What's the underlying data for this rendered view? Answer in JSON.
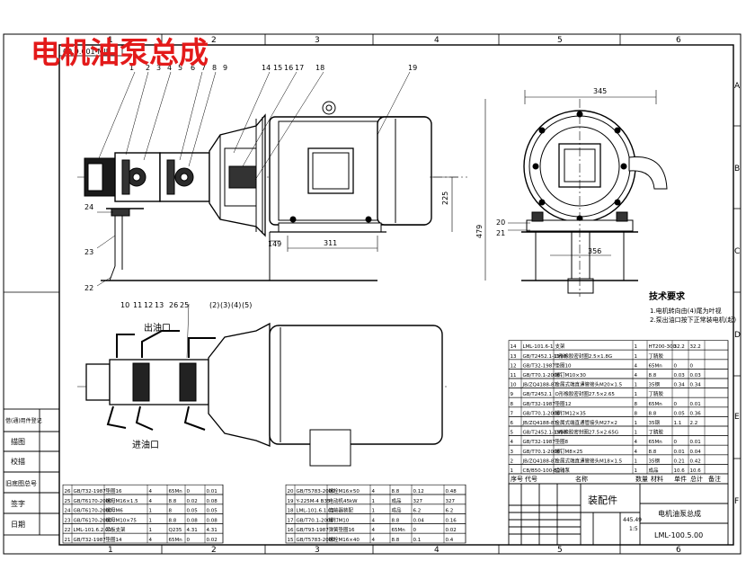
{
  "overlay_title": "电机油泵总成",
  "drawing_no_top": "00.9.001-MIJ",
  "zone_numbers_top": [
    "1",
    "2",
    "3",
    "4",
    "5",
    "6"
  ],
  "zone_numbers_bottom": [
    "1",
    "2",
    "3",
    "4",
    "5",
    "6"
  ],
  "zone_letters_right": [
    "A",
    "B",
    "C",
    "D",
    "E",
    "F"
  ],
  "balloons_top": [
    "1",
    "2",
    "3",
    "4",
    "5",
    "6",
    "7",
    "8",
    "9",
    "14",
    "15",
    "16",
    "17",
    "18",
    "19"
  ],
  "balloons_left": [
    "24",
    "23",
    "22"
  ],
  "balloons_front": [
    "20",
    "21"
  ],
  "balloons_plan_left": [
    "10",
    "11",
    "12",
    "13",
    "26",
    "25"
  ],
  "balloons_plan_circled": [
    "(2)",
    "(3)",
    "(4)",
    "(5)"
  ],
  "dimensions": {
    "d225": "225",
    "d479": "479",
    "d149": "149",
    "d311": "311",
    "d345": "345",
    "d356": "356"
  },
  "labels": {
    "outlet": "出油口",
    "inlet": "进油口"
  },
  "tech_requirements": {
    "title": "技术要求",
    "items": [
      "1.电机转向由(4)尾为叶视",
      "2.泵出油口按下正常装电机(起)"
    ]
  },
  "bom_header": [
    "序号",
    "代号",
    "名称",
    "数量",
    "材料",
    "单件",
    "总计",
    "备注"
  ],
  "bom_right": [
    [
      "14",
      "LML-101.6-1",
      "支架",
      "1",
      "HT200-300",
      "32.2",
      "32.2",
      ""
    ],
    [
      "13",
      "GB/T2452.1-1990",
      "O形橡胶密封圈2.5×1.8G",
      "1",
      "丁腈胶",
      "",
      "",
      ""
    ],
    [
      "12",
      "GB/T32-1987",
      "垫圈10",
      "4",
      "65Mn",
      "0",
      "0",
      ""
    ],
    [
      "11",
      "GB/T70.1-2000",
      "螺钉M10×30",
      "4",
      "8.8",
      "0.03",
      "0.03",
      ""
    ],
    [
      "10",
      "JB/ZQ4188-87",
      "金属式端直通管接头M20×1.5",
      "1",
      "35钢",
      "0.34",
      "0.34",
      ""
    ],
    [
      "9",
      "GB/T2452.1",
      "O形橡胶密封圈27.5×2.65",
      "1",
      "丁腈胶",
      "",
      "",
      ""
    ],
    [
      "8",
      "GB/T32-1987",
      "垫圈12",
      "8",
      "65Mn",
      "0",
      "0.01",
      ""
    ],
    [
      "7",
      "GB/T70.1-2000",
      "螺钉M12×35",
      "8",
      "8.8",
      "0.05",
      "0.36",
      ""
    ],
    [
      "6",
      "JB/ZQ4188-87",
      "金属式端直通管接头M27×2",
      "1",
      "35钢",
      "1.1",
      "2.2",
      ""
    ],
    [
      "5",
      "GB/T2452.1-1990",
      "O形橡胶密封圈27.5×2.65G",
      "1",
      "丁腈胶",
      "",
      "",
      ""
    ],
    [
      "4",
      "GB/T32-1987",
      "垫圈8",
      "4",
      "65Mn",
      "0",
      "0.01",
      ""
    ],
    [
      "3",
      "GB/T70.1-2000",
      "螺钉M8×25",
      "4",
      "8.8",
      "0.01",
      "0.04",
      ""
    ],
    [
      "2",
      "JB/ZQ4188-87",
      "金属式端直通管接头M18×1.5",
      "1",
      "35钢",
      "0.21",
      "0.42",
      ""
    ],
    [
      "1",
      "CB/B50-100-B2-5",
      "齿轮泵",
      "1",
      "成品",
      "10.6",
      "10.6",
      ""
    ]
  ],
  "bom_left": [
    [
      "26",
      "GB/T32-1987",
      "垫圈16",
      "4",
      "65Mn",
      "0",
      "0.01"
    ],
    [
      "25",
      "GB/T6170-2000",
      "螺母M16×1.5",
      "4",
      "8.8",
      "0.02",
      "0.08"
    ],
    [
      "24",
      "GB/T6170-2000",
      "螺母M6",
      "1",
      "8",
      "0.05",
      "0.05"
    ],
    [
      "23",
      "GB/T6170-2000",
      "螺母M10×75",
      "1",
      "8.8",
      "0.08",
      "0.08"
    ],
    [
      "22",
      "LML-101.6.2.01",
      "吊板支架",
      "1",
      "Q235",
      "4.31",
      "4.31"
    ],
    [
      "21",
      "GB/T32-1987",
      "垫圈14",
      "4",
      "65Mn",
      "0",
      "0.02"
    ]
  ],
  "bom_mid": [
    [
      "20",
      "GB/T5783-2000",
      "螺栓M16×50",
      "4",
      "8.8",
      "0.12",
      "0.48"
    ],
    [
      "19",
      "Y-225M-4 B35",
      "电动机45kW",
      "1",
      "成品",
      "327",
      "327"
    ],
    [
      "18",
      "LML-101.6.1.01",
      "连轴器装配",
      "1",
      "成品",
      "6.2",
      "6.2"
    ],
    [
      "17",
      "GB/T70.1-2000",
      "螺钉M10",
      "4",
      "8.8",
      "0.04",
      "0.16"
    ],
    [
      "16",
      "GB/T93-1987",
      "弹簧垫圈16",
      "4",
      "65Mn",
      "0",
      "0.02"
    ],
    [
      "15",
      "GB/T5783-2000",
      "螺栓M16×40",
      "4",
      "8.8",
      "0.1",
      "0.4"
    ]
  ],
  "left_margin": [
    "借(通)用件登记",
    "描图",
    "校描",
    "旧底图总号",
    "签字",
    "日期"
  ],
  "title_block": {
    "assembly_label": "装配件",
    "product_name": "电机油泵总成",
    "drawing_no": "LML-100.5.00",
    "scale": "1:5",
    "mass": "445.49"
  }
}
